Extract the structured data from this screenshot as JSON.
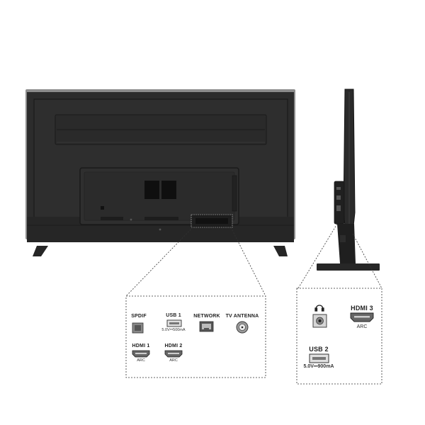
{
  "colors": {
    "tv_body": "#2b2b2b",
    "tv_frame": "#3a3a3a",
    "tv_edge": "#8a8a8a",
    "panel_line": "#1a1a1a",
    "callout_border": "#444444",
    "port_metal": "#cfcfcf"
  },
  "icons": [
    "spdif-port-icon",
    "usb-port-icon",
    "ethernet-port-icon",
    "antenna-port-icon",
    "hdmi-port-icon",
    "headphone-icon",
    "audio-jack-icon"
  ],
  "rear_callout": {
    "ports": [
      {
        "id": "spdif",
        "label": "SPDIF",
        "sub": ""
      },
      {
        "id": "usb1",
        "label": "USB 1",
        "sub": "5.0V⎓500mA"
      },
      {
        "id": "network",
        "label": "NETWORK",
        "sub": ""
      },
      {
        "id": "antenna",
        "label": "TV ANTENNA",
        "sub": ""
      },
      {
        "id": "hdmi1",
        "label": "HDMI 1",
        "sub": "ARC"
      },
      {
        "id": "hdmi2",
        "label": "HDMI 2",
        "sub": "ARC"
      }
    ]
  },
  "side_callout": {
    "ports": [
      {
        "id": "headphone",
        "label": "",
        "sub": ""
      },
      {
        "id": "hdmi3",
        "label": "HDMI 3",
        "sub": "ARC"
      },
      {
        "id": "usb2",
        "label": "USB 2",
        "sub": "5.0V⎓900mA"
      }
    ]
  }
}
